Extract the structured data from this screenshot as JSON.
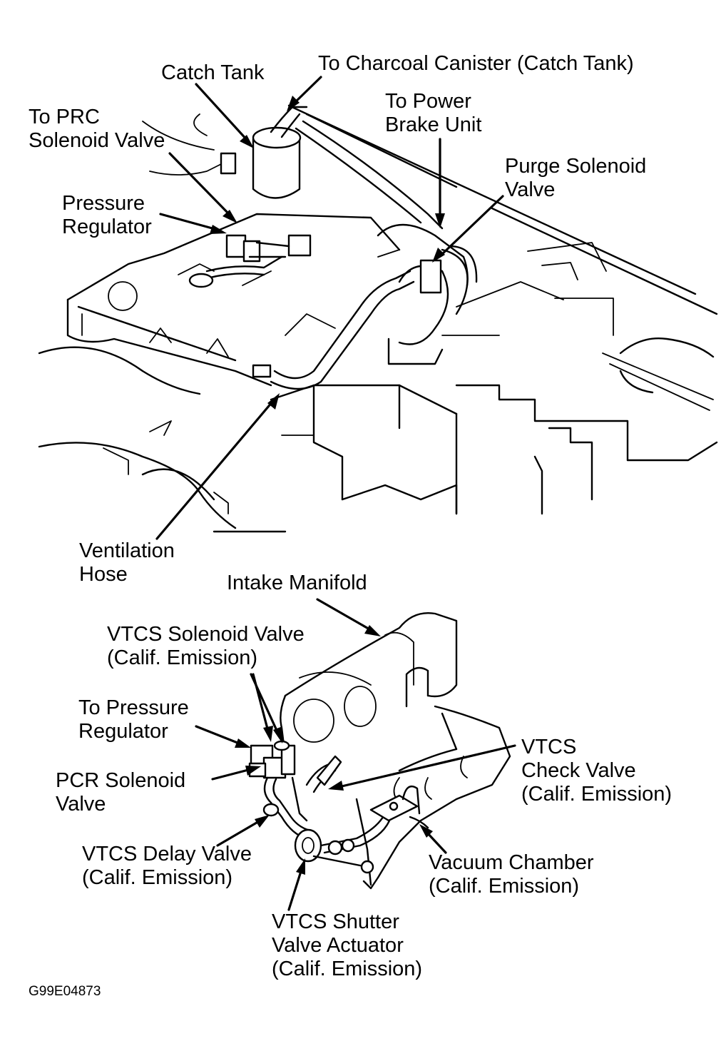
{
  "labels": {
    "catch_tank": "Catch Tank",
    "charcoal_canister": "To Charcoal Canister (Catch Tank)",
    "prc_valve": [
      "To PRC",
      "Solenoid Valve"
    ],
    "power_brake": [
      "To Power",
      "Brake Unit"
    ],
    "purge_valve": [
      "Purge Solenoid",
      "Valve"
    ],
    "pressure_regulator": [
      "Pressure",
      "Regulator"
    ],
    "ventilation_hose": [
      "Ventilation",
      "Hose"
    ],
    "intake_manifold": "Intake Manifold",
    "vtcs_solenoid": [
      "VTCS Solenoid Valve",
      "(Calif. Emission)"
    ],
    "to_pressure_regulator": [
      "To Pressure",
      "Regulator"
    ],
    "pcr_valve": [
      "PCR Solenoid",
      "Valve"
    ],
    "vtcs_check": [
      "VTCS",
      "Check Valve",
      "(Calif. Emission)"
    ],
    "vtcs_delay": [
      "VTCS Delay Valve",
      "(Calif. Emission)"
    ],
    "vacuum_chamber": [
      "Vacuum Chamber",
      "(Calif. Emission)"
    ],
    "vtcs_shutter": [
      "VTCS Shutter",
      "Valve Actuator",
      "(Calif. Emission)"
    ]
  },
  "figure_code": "G99E04873"
}
